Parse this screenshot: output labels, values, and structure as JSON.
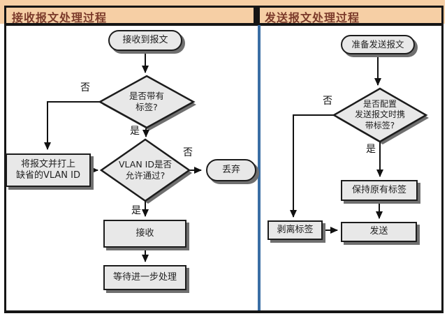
{
  "panels": {
    "left": {
      "title": "接收报文处理过程",
      "nodes": {
        "start": "接收到报文",
        "decision_tag": "是否带有\n标签?",
        "tag_default": "将报文并打上\n缺省的VLAN ID",
        "decision_vlan": "VLAN ID是否\n允许通过?",
        "discard": "丢弃",
        "receive": "接收",
        "wait": "等待进一步处理"
      },
      "labels": {
        "no_tag": "否",
        "yes_tag": "是",
        "no_vlan": "否",
        "yes_vlan": "是"
      }
    },
    "right": {
      "title": "发送报文处理过程",
      "nodes": {
        "start": "准备发送报文",
        "decision_config": "是否配置\n发送报文时携\n带标签?",
        "keep": "保持原有标签",
        "strip": "剥离标签",
        "send": "发送"
      },
      "labels": {
        "no": "否",
        "yes": "是"
      }
    }
  },
  "colors": {
    "header_bg": "#f6cfa5",
    "header_text": "#7b3a2a",
    "node_fill": "#e8e8e8",
    "node_border": "#1c1c1c",
    "node_shadow": "#6f6f6f",
    "frame": "#151515",
    "pane_divider_blue": "#3a6ea5",
    "arrow": "#111111"
  }
}
